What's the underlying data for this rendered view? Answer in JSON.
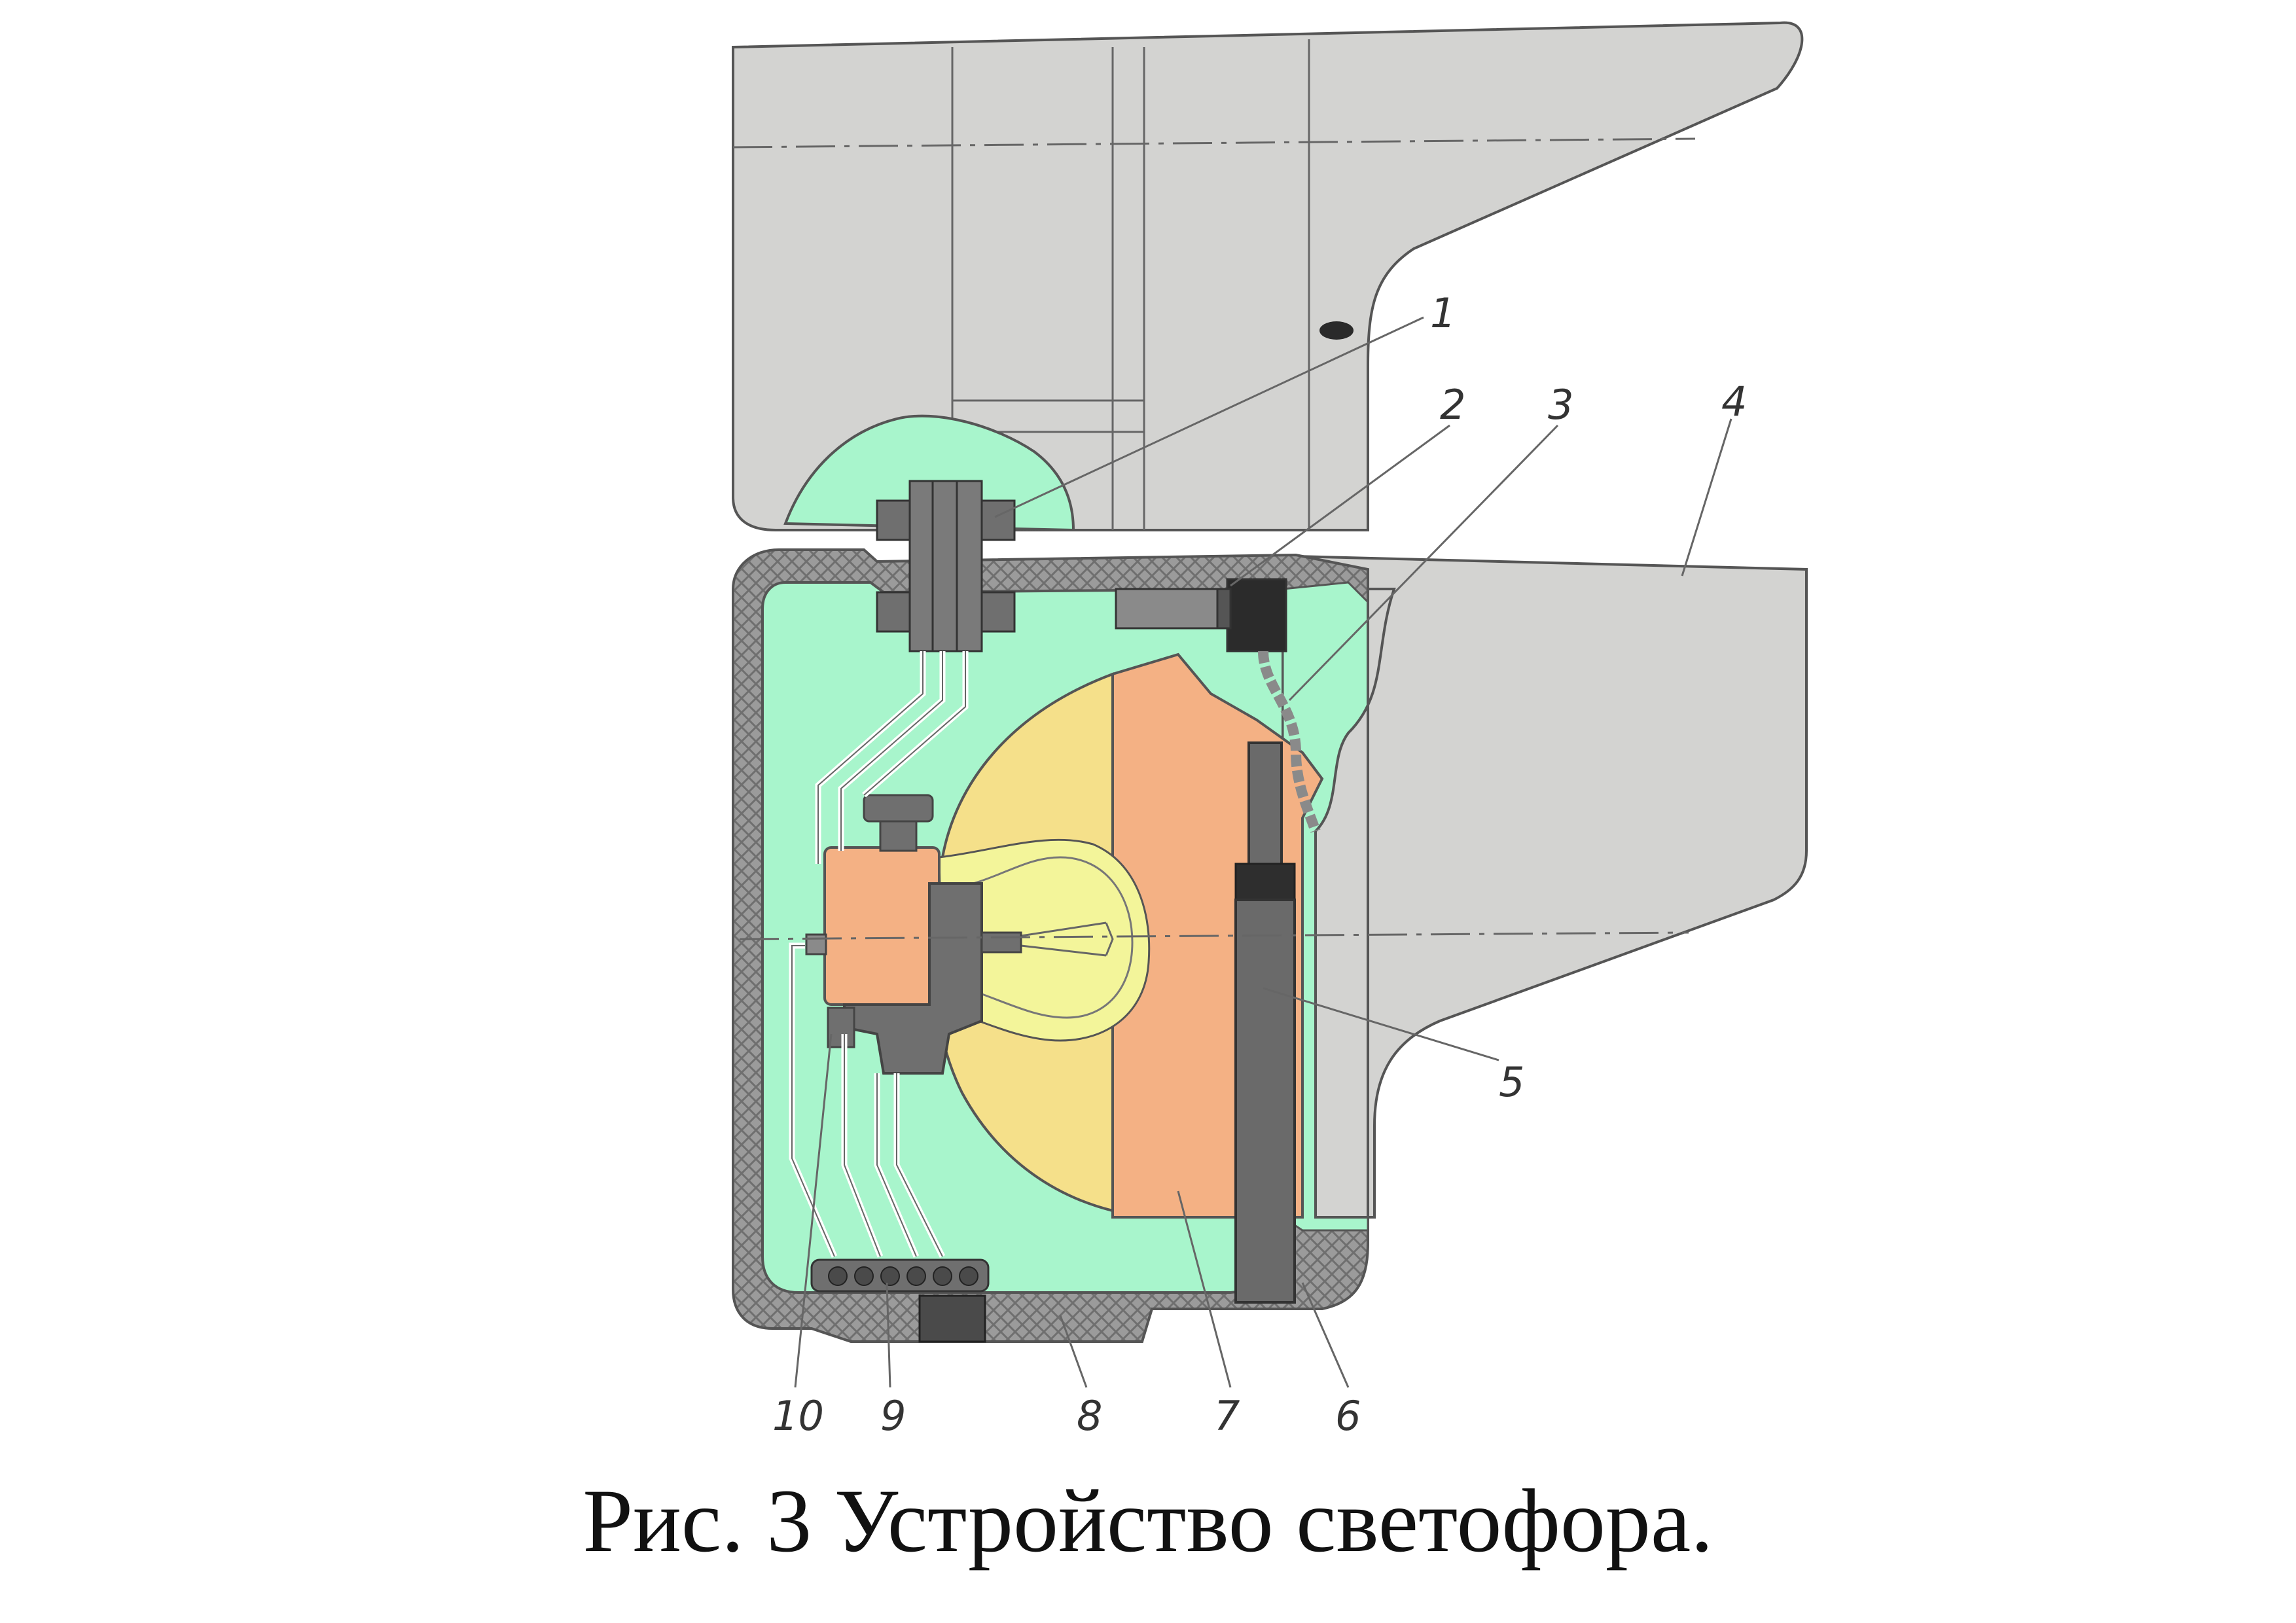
{
  "caption": "Рис. 3 Устройство светофора.",
  "callouts": [
    "1",
    "2",
    "3",
    "4",
    "5",
    "6",
    "7",
    "8",
    "9",
    "10"
  ],
  "colors": {
    "housing_grey": "#d3d3d1",
    "cavity_green": "#a8f5cc",
    "lamp_orange": "#f4b184",
    "lens_yellow": "#f5e08a",
    "bulb_yellow": "#f3f59a",
    "dark_part": "#383838",
    "outline": "#555555"
  }
}
